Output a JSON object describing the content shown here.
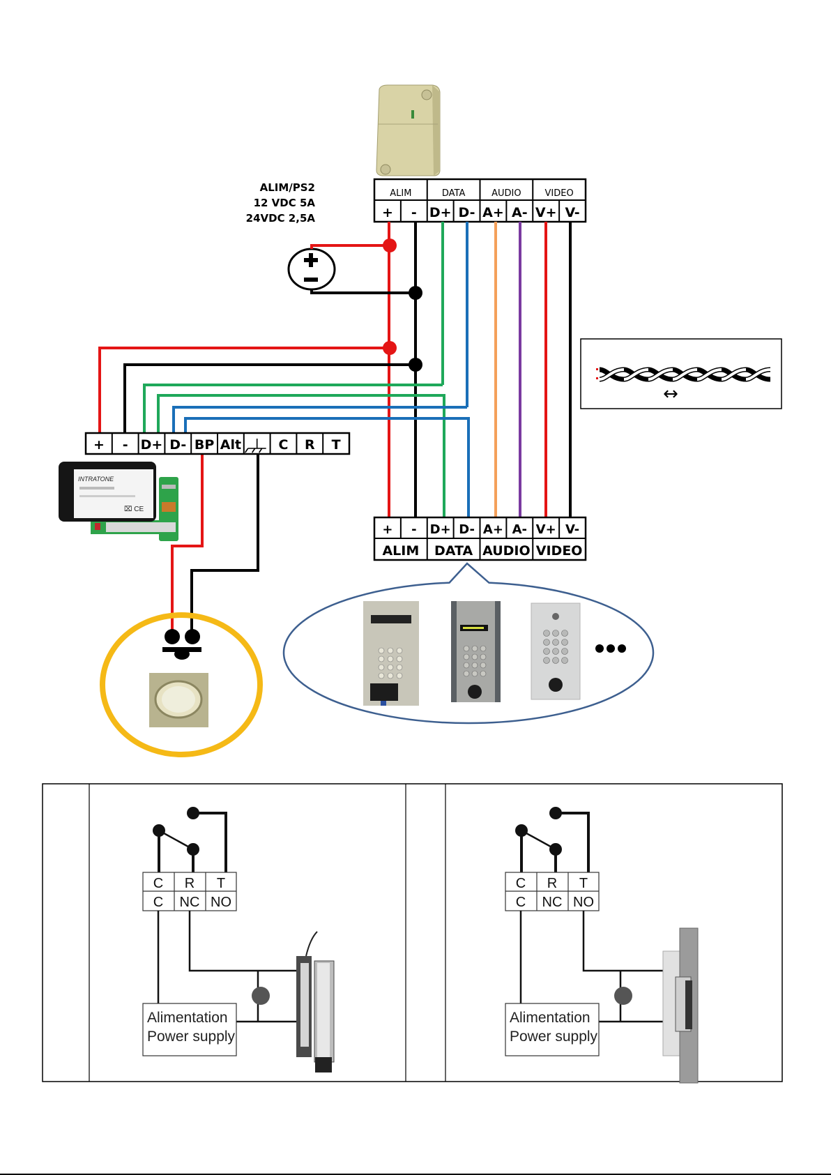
{
  "power_supply": {
    "name": "ALIM/PS2",
    "spec_12v": "12 VDC 5A",
    "spec_24v": "24VDC 2,5A",
    "plus_symbol": "+",
    "minus_symbol": "−"
  },
  "top_module": {
    "groups": [
      "ALIM",
      "DATA",
      "AUDIO",
      "VIDEO"
    ],
    "pins": [
      "+",
      "-",
      "D+",
      "D-",
      "A+",
      "A-",
      "V+",
      "V-"
    ]
  },
  "controller": {
    "pins": [
      "+",
      "-",
      "D+",
      "D-",
      "BP",
      "Alt",
      "",
      "C",
      "R",
      "T"
    ],
    "ground_symbol": "ground-icon",
    "brand": "INTRATONE"
  },
  "panel_block": {
    "pins": [
      "+",
      "-",
      "D+",
      "D-",
      "A+",
      "A-",
      "V+",
      "V-"
    ],
    "groups": [
      "ALIM",
      "DATA",
      "AUDIO",
      "VIDEO"
    ],
    "more_indicator": "•••"
  },
  "twisted_pair": {
    "arrow": "↔"
  },
  "wire_colors": {
    "positive": "#e41515",
    "negative": "#000000",
    "data_plus": "#1fa85a",
    "data_minus": "#1a6fb8",
    "audio_plus": "#f4a05a",
    "audio_minus": "#7a3aa0",
    "video_plus": "#e41515",
    "video_minus": "#000000",
    "bubble_outline": "#3d5f8f",
    "button_ring": "#f5b916"
  },
  "lock_table": {
    "cells": [
      {
        "relay_top": [
          "C",
          "R",
          "T"
        ],
        "relay_bottom": [
          "C",
          "NC",
          "NO"
        ],
        "psu_line1": "Alimentation",
        "psu_line2": "Power supply",
        "lock_type": "magnetic-lock"
      },
      {
        "relay_top": [
          "C",
          "R",
          "T"
        ],
        "relay_bottom": [
          "C",
          "NC",
          "NO"
        ],
        "psu_line1": "Alimentation",
        "psu_line2": "Power supply",
        "lock_type": "electric-strike"
      }
    ]
  }
}
